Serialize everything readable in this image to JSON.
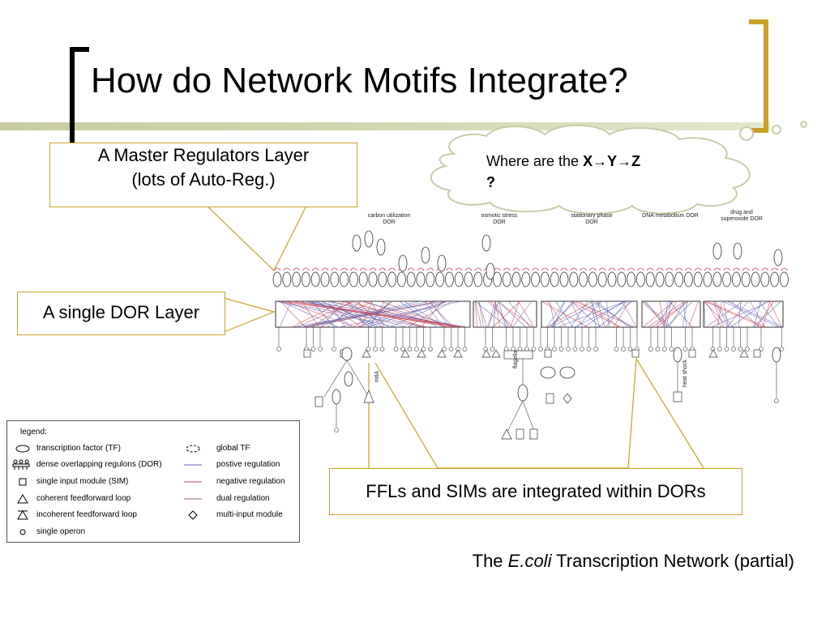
{
  "slide": {
    "title": "How do Network Motifs Integrate?",
    "callout_master_line1": "A Master Regulators Layer",
    "callout_master_line2": "(lots of Auto-Reg.)",
    "callout_dor": "A single DOR Layer",
    "callout_ffl": "FFLs and SIMs are integrated within DORs",
    "cloud_prefix": "Where are the ",
    "cloud_bold": "X→Y→Z",
    "cloud_q": "?",
    "caption_pre": "The ",
    "caption_italic": "E.coli",
    "caption_post": " Transcription Network (partial)"
  },
  "network": {
    "categories": [
      {
        "label_line1": "carbon utilization",
        "label_line2": "DOR"
      },
      {
        "label_line1": "osmotic stress",
        "label_line2": "DOR"
      },
      {
        "label_line1": "stationary phase",
        "label_line2": "DOR"
      },
      {
        "label_line1": "DNA metabolism DOR",
        "label_line2": ""
      },
      {
        "label_line1": "drug and",
        "label_line2": "superoxide DOR"
      }
    ],
    "side_labels": {
      "flagella": "flagella",
      "heat_shock": "heat shock",
      "mtlA": "mtlA"
    }
  },
  "legend": {
    "title": "legend:",
    "items": [
      {
        "label": "transcription factor (TF)",
        "icon": "ellipse-icon"
      },
      {
        "label": "dense overlapping regulons (DOR)",
        "icon": "dor-icon"
      },
      {
        "label": "single input module (SIM)",
        "icon": "square-icon"
      },
      {
        "label": "coherent feedforward loop",
        "icon": "triangle-icon"
      },
      {
        "label": "incoherent feedforward loop",
        "icon": "triangle-bar-icon"
      },
      {
        "label": "single operon",
        "icon": "circle-icon"
      },
      {
        "label": "global TF",
        "icon": "dashed-ellipse-icon"
      },
      {
        "label": "postive regulation",
        "icon": "blue-line-icon"
      },
      {
        "label": "negative regulation",
        "icon": "red-line-icon"
      },
      {
        "label": "dual regulation",
        "icon": "purple-line-icon"
      },
      {
        "label": "multi-input module",
        "icon": "diamond-icon"
      }
    ],
    "colors": {
      "positive": "#5560b0",
      "negative": "#d04050",
      "dual": "#9b5a9b"
    }
  }
}
